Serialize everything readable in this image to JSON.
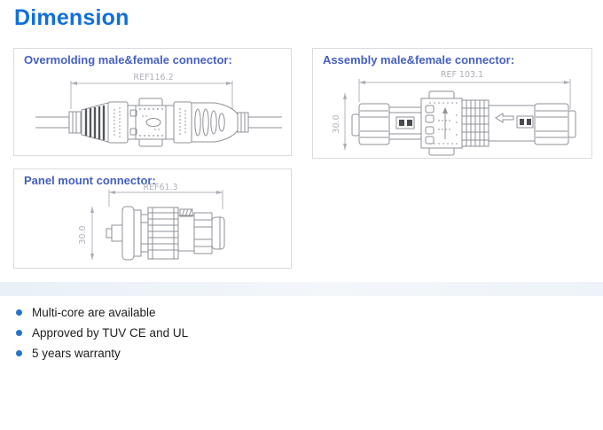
{
  "page": {
    "title": "Dimension"
  },
  "panels": {
    "overmolding": {
      "header": "Overmolding male&female connector:",
      "length_label": "REF116.2"
    },
    "assembly": {
      "header": "Assembly male&female connector:",
      "length_label": "REF 103.1",
      "height_label": "30.0"
    },
    "panel_mount": {
      "header": "Panel mount connector:",
      "length_label": "REF61.3",
      "height_label": "30.0"
    }
  },
  "features": [
    "Multi-core are available",
    "Approved by TUV CE and UL",
    "5 years warranty"
  ],
  "colors": {
    "title_blue": "#1070d8",
    "panel_header_blue": "#4660c0",
    "bullet_blue": "#2472cc",
    "drawing_gray": "#8f9097",
    "dimension_gray": "#aeb0ba",
    "panel_border": "#d9dbde"
  }
}
